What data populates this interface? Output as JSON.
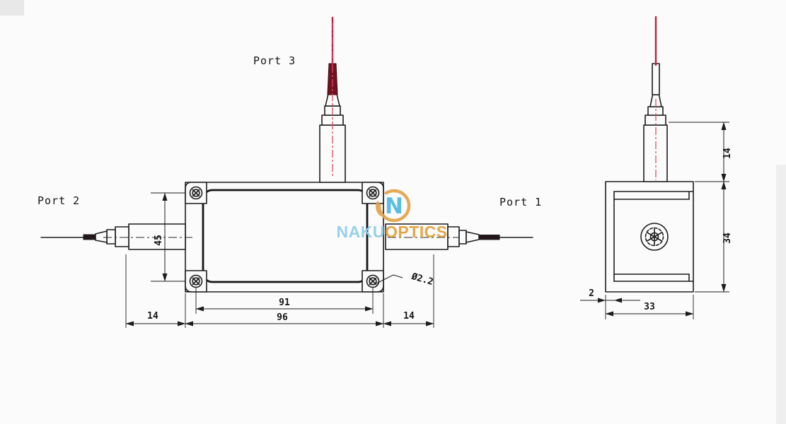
{
  "ports": {
    "port1": "Port 1",
    "port2": "Port 2",
    "port3": "Port 3"
  },
  "dims": {
    "front_screw_span_h": "91",
    "front_body_width": "96",
    "front_left_offset": "14",
    "front_right_offset": "14",
    "front_screw_span_v": "45",
    "screw_callout": "Ø2.2",
    "side_connector_height": "14",
    "side_body_height": "34",
    "side_body_width": "33",
    "side_lip_thickness": "2"
  },
  "logo": {
    "monogram": "N",
    "name_left": "NAKU",
    "name_right": "OPTICS"
  },
  "colors": {
    "line": "#1d1d1d",
    "centerline_red": "#e04a63",
    "fiber_red": "#c01f3c",
    "logo_ring_gold": "#e2a44b",
    "logo_monogram_blue": "#4fb9e2",
    "logo_name_left_blue": "#8fcde9",
    "logo_name_right_gold": "#e2a038"
  }
}
